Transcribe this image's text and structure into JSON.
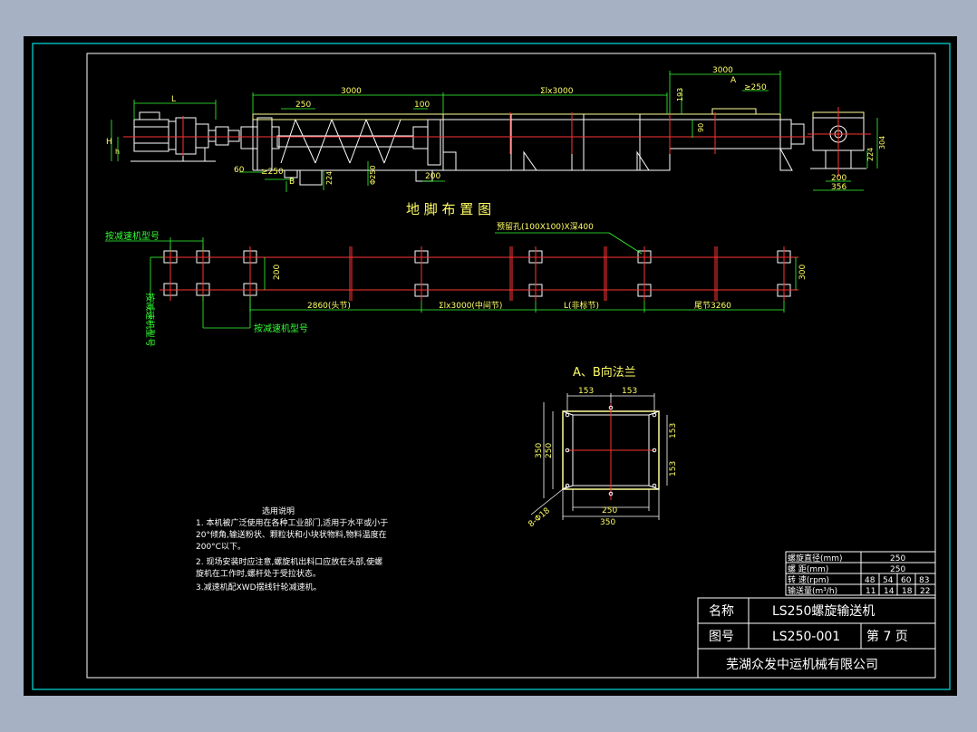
{
  "colors": {
    "background": "#a6b2c4",
    "canvas": "#000000",
    "frame": "#00e0e0",
    "drawing": "#ffffff",
    "text": "#ffff66",
    "dims": "#33ff33",
    "centerline": "#ff3333",
    "flange": "#ffff99"
  },
  "elevation": {
    "dim_L": "L",
    "dim_H": "H",
    "dim_h": "h",
    "dim_3000_head": "3000",
    "dim_250_pitch": "250",
    "dim_100": "100",
    "dim_middle": "Σlx3000",
    "dim_3000_tail": "3000",
    "label_A": "A",
    "dim_ge250_top": "≥250",
    "dim_193": "193",
    "dim_90": "90",
    "dim_60": "60",
    "dim_ge250_bottom": "≥250",
    "label_B": "B",
    "dim_224": "224",
    "dim_phi250": "Φ250",
    "dim_200": "200"
  },
  "side_view": {
    "dim_224": "224",
    "dim_304": "304",
    "dim_200": "200",
    "dim_356": "356"
  },
  "foundation": {
    "title": "地  脚  布  置  图",
    "label_motor_top": "按减速机型号",
    "label_motor_left": "按减速机型号",
    "label_motor_bottom": "按减速机型号",
    "reserved_hole": "预留孔(100X100)X深400",
    "dim_200_left": "200",
    "dim_300_right": "300",
    "seg_head": "2860(头节)",
    "seg_middle": "Σlx3000(中间节)",
    "seg_nonstd": "L(非标节)",
    "seg_tail": "尾节3260"
  },
  "flange": {
    "title": "A、B向法兰",
    "dim_153_top_left": "153",
    "dim_153_top_right": "153",
    "dim_153_right_top": "153",
    "dim_153_right_bottom": "153",
    "dim_350_left": "350",
    "dim_250_left": "250",
    "dim_250_bottom": "250",
    "dim_350_bottom": "350",
    "holes_label": "8-Φ18"
  },
  "notes": {
    "title": "选用说明",
    "lines": [
      "1. 本机被广泛使用在各种工业部门,适用于水平或小于",
      "20°倾角,输送粉状、颗粒状和小块状物料,物料温度在",
      "200°C以下。",
      "2. 现场安装时应注意,螺旋机出料口应放在头部,使螺",
      "旋机在工作时,螺杆处于受拉状态。",
      "3.减速机配XWD摆线针轮减速机。"
    ]
  },
  "spec_table": {
    "rows": [
      {
        "label": "螺旋直径(mm)",
        "values": [
          "250"
        ]
      },
      {
        "label": "螺    距(mm)",
        "values": [
          "250"
        ]
      },
      {
        "label": "转    速(rpm)",
        "values": [
          "48",
          "54",
          "60",
          "83"
        ]
      },
      {
        "label": "输送量(m³/h)",
        "values": [
          "11",
          "14",
          "18",
          "22"
        ]
      }
    ]
  },
  "title_block": {
    "name_label": "名称",
    "name_value": "LS250螺旋输送机",
    "drawing_no_label": "图号",
    "drawing_no_value": "LS250-001",
    "page": "第 7 页",
    "company": "芜湖众发中运机械有限公司"
  }
}
